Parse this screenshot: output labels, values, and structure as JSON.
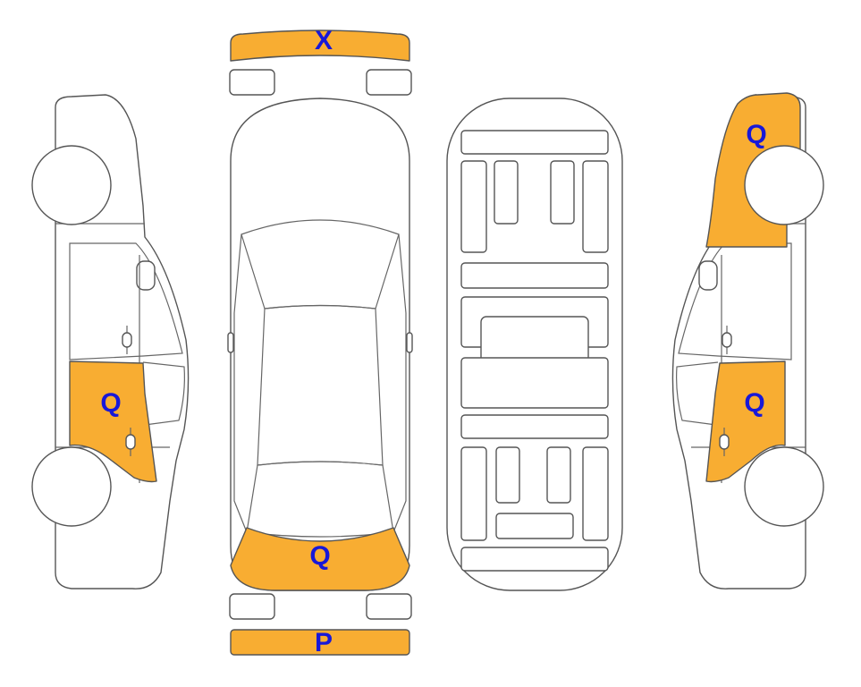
{
  "colors": {
    "damage_fill": "#f8ad32",
    "code_text": "#1818d8",
    "outline": "#555555"
  },
  "markers": {
    "front_bumper": "X",
    "rear_bumper": "P",
    "trunk": "Q",
    "left_rear_door": "Q",
    "right_front_fender": "Q",
    "right_rear_door": "Q"
  }
}
